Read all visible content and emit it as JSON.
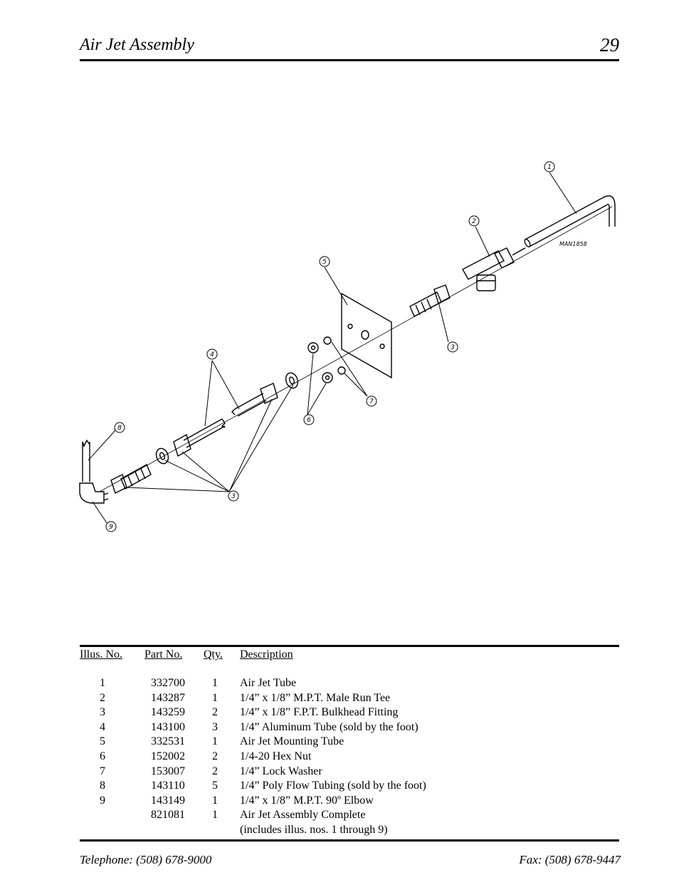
{
  "header": {
    "title": "Air Jet Assembly",
    "page_number": "29"
  },
  "diagram": {
    "drawing_number": "MAN1858",
    "callouts": [
      "1",
      "2",
      "3",
      "3",
      "4",
      "5",
      "6",
      "7",
      "8",
      "9"
    ]
  },
  "table": {
    "headers": {
      "illus": "Illus. No.",
      "part": "Part  No.",
      "qty": "Qty.",
      "desc": "Description"
    },
    "rows": [
      {
        "illus": "1",
        "part": "332700",
        "qty": "1",
        "desc": "Air Jet Tube"
      },
      {
        "illus": "2",
        "part": "143287",
        "qty": "1",
        "desc": "1/4” x 1/8” M.P.T. Male Run Tee"
      },
      {
        "illus": "3",
        "part": "143259",
        "qty": "2",
        "desc": "1/4” x 1/8” F.P.T. Bulkhead Fitting"
      },
      {
        "illus": "4",
        "part": "143100",
        "qty": "3",
        "desc": "1/4” Aluminum Tube (sold by the foot)"
      },
      {
        "illus": "5",
        "part": "332531",
        "qty": "1",
        "desc": "Air Jet Mounting Tube"
      },
      {
        "illus": "6",
        "part": "152002",
        "qty": "2",
        "desc": "1/4-20 Hex Nut"
      },
      {
        "illus": "7",
        "part": "153007",
        "qty": "2",
        "desc": "1/4” Lock Washer"
      },
      {
        "illus": "8",
        "part": "143110",
        "qty": "5",
        "desc": "1/4” Poly Flow Tubing (sold by the foot)"
      },
      {
        "illus": "9",
        "part": "143149",
        "qty": "1",
        "desc": "1/4” x 1/8” M.P.T. 90º Elbow"
      },
      {
        "illus": "",
        "part": "821081",
        "qty": "1",
        "desc": "Air Jet Assembly Complete"
      },
      {
        "illus": "",
        "part": "",
        "qty": "",
        "desc": "(includes illus. nos. 1 through 9)"
      }
    ]
  },
  "footer": {
    "telephone": "Telephone: (508) 678-9000",
    "fax": "Fax: (508) 678-9447"
  }
}
